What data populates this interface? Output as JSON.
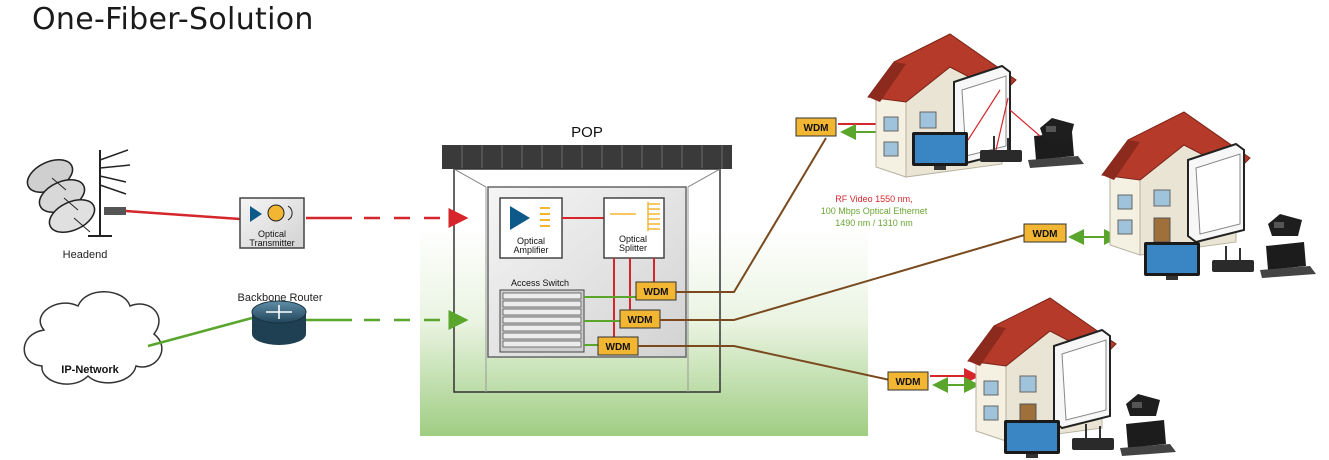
{
  "title": "One-Fiber-Solution",
  "headend": {
    "label": "Headend"
  },
  "transmitter": {
    "label_line1": "Optical",
    "label_line2": "Transmitter"
  },
  "router": {
    "label": "Backbone Router"
  },
  "network": {
    "label": "IP-Network"
  },
  "pop": {
    "label": "POP",
    "amplifier": {
      "label_line1": "Optical",
      "label_line2": "Amplifier"
    },
    "splitter": {
      "label_line1": "Optical",
      "label_line2": "Splitter"
    },
    "switch": {
      "label": "Access Switch"
    }
  },
  "wdm_label": "WDM",
  "annotation": {
    "rf": "RF Video 1550 nm,",
    "ethernet": "100 Mbps Optical Ethernet",
    "wavelengths": "1490 nm / 1310 nm"
  },
  "colors": {
    "video_line": "#d6262c",
    "data_line": "#5aa62c",
    "fiber": "#7a4a1e",
    "wdm_fill": "#f2b632",
    "roof": "#b53a2a",
    "ethernet_text": "#6aa634"
  }
}
